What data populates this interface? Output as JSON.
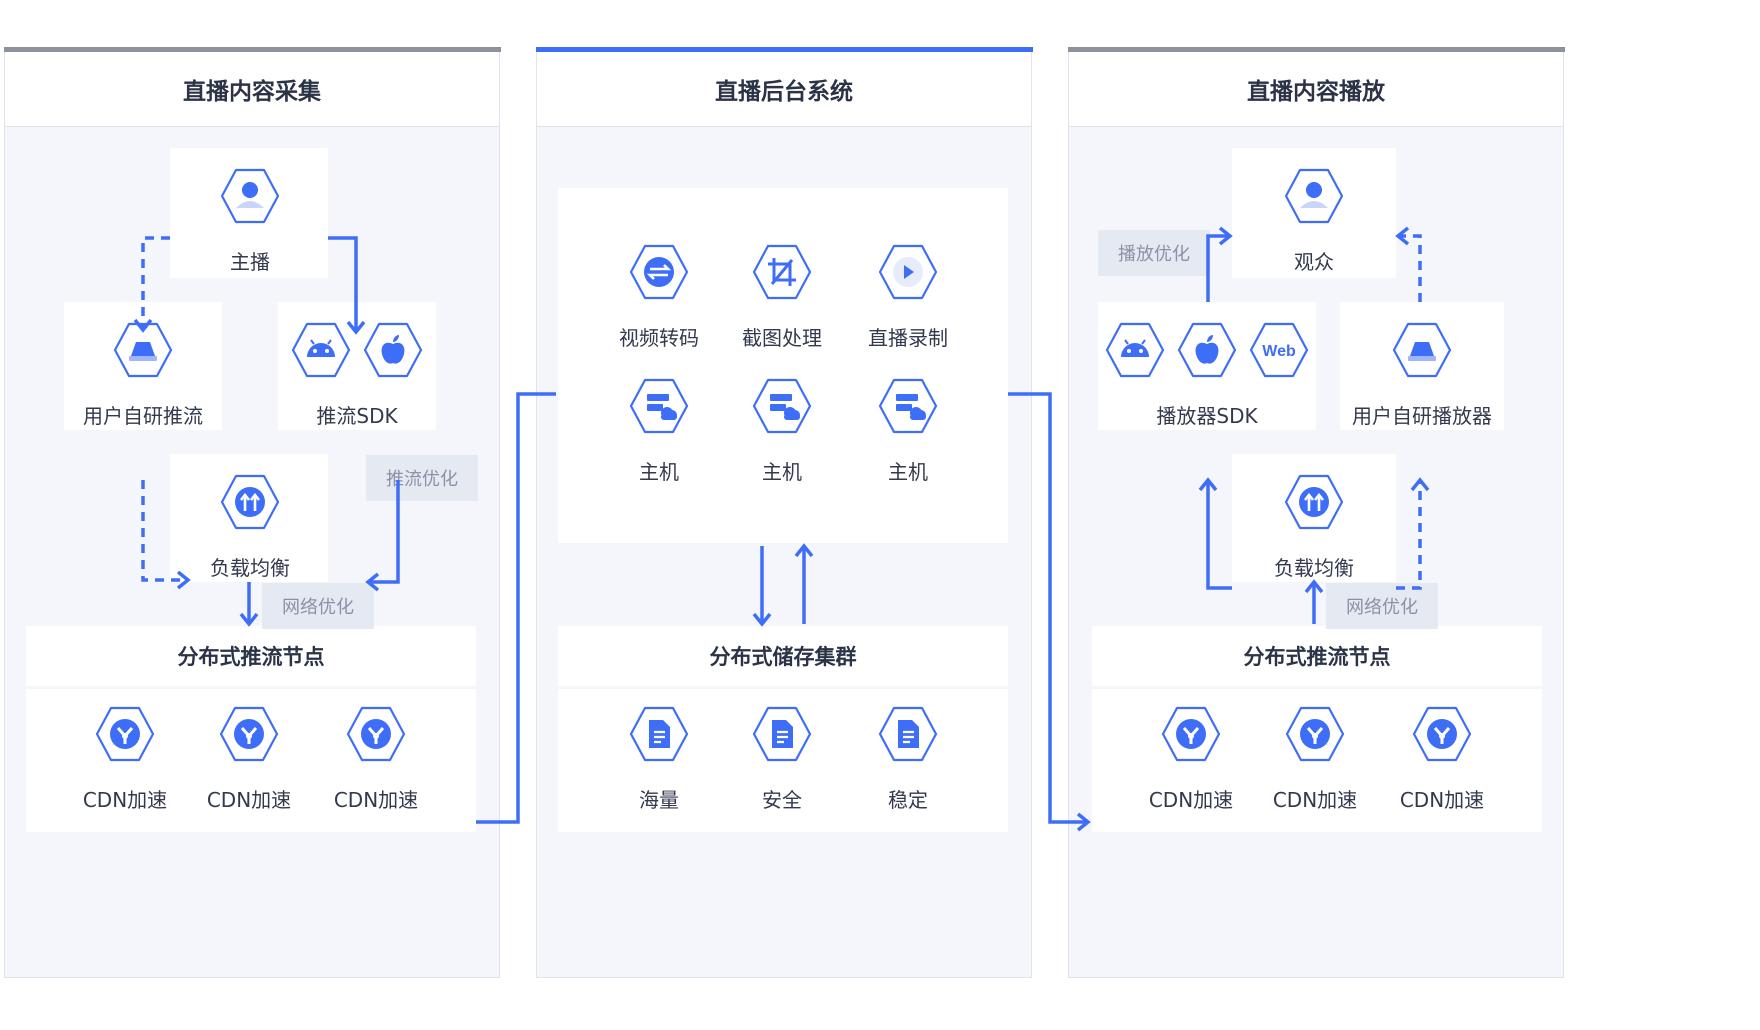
{
  "colors": {
    "accent": "#3e6ef7",
    "panel_bg": "#f4f6fb",
    "tag_bg": "#e5e9f2",
    "bar_gray": "#8c919b"
  },
  "panels": {
    "capture": {
      "title": "直播内容采集",
      "anchor": "主播",
      "custom_push": "用户自研推流",
      "push_sdk": "推流SDK",
      "load_balance": "负载均衡",
      "tag_push_opt": "推流优化",
      "tag_net_opt": "网络优化",
      "cdn_group_title": "分布式推流节点",
      "cdn": [
        "CDN加速",
        "CDN加速",
        "CDN加速"
      ]
    },
    "backend": {
      "title": "直播后台系统",
      "services": [
        "视频转码",
        "截图处理",
        "直播录制"
      ],
      "hosts": [
        "主机",
        "主机",
        "主机"
      ],
      "storage_title": "分布式储存集群",
      "storage": [
        "海量",
        "安全",
        "稳定"
      ]
    },
    "playback": {
      "title": "直播内容播放",
      "audience": "观众",
      "player_sdk": "播放器SDK",
      "custom_player": "用户自研播放器",
      "load_balance": "负载均衡",
      "tag_play_opt": "播放优化",
      "tag_net_opt": "网络优化",
      "cdn_group_title": "分布式推流节点",
      "cdn": [
        "CDN加速",
        "CDN加速",
        "CDN加速"
      ],
      "web_badge": "Web"
    }
  },
  "icons": {
    "anchor": "user-icon",
    "custom": "monitor-icon",
    "android": "android-icon",
    "apple": "apple-icon",
    "balance": "load-balance-icon",
    "cdn": "cdn-icon",
    "transcode": "transcode-icon",
    "crop": "crop-icon",
    "record": "play-icon",
    "host": "server-icon",
    "file": "file-icon",
    "web": "web-icon"
  }
}
